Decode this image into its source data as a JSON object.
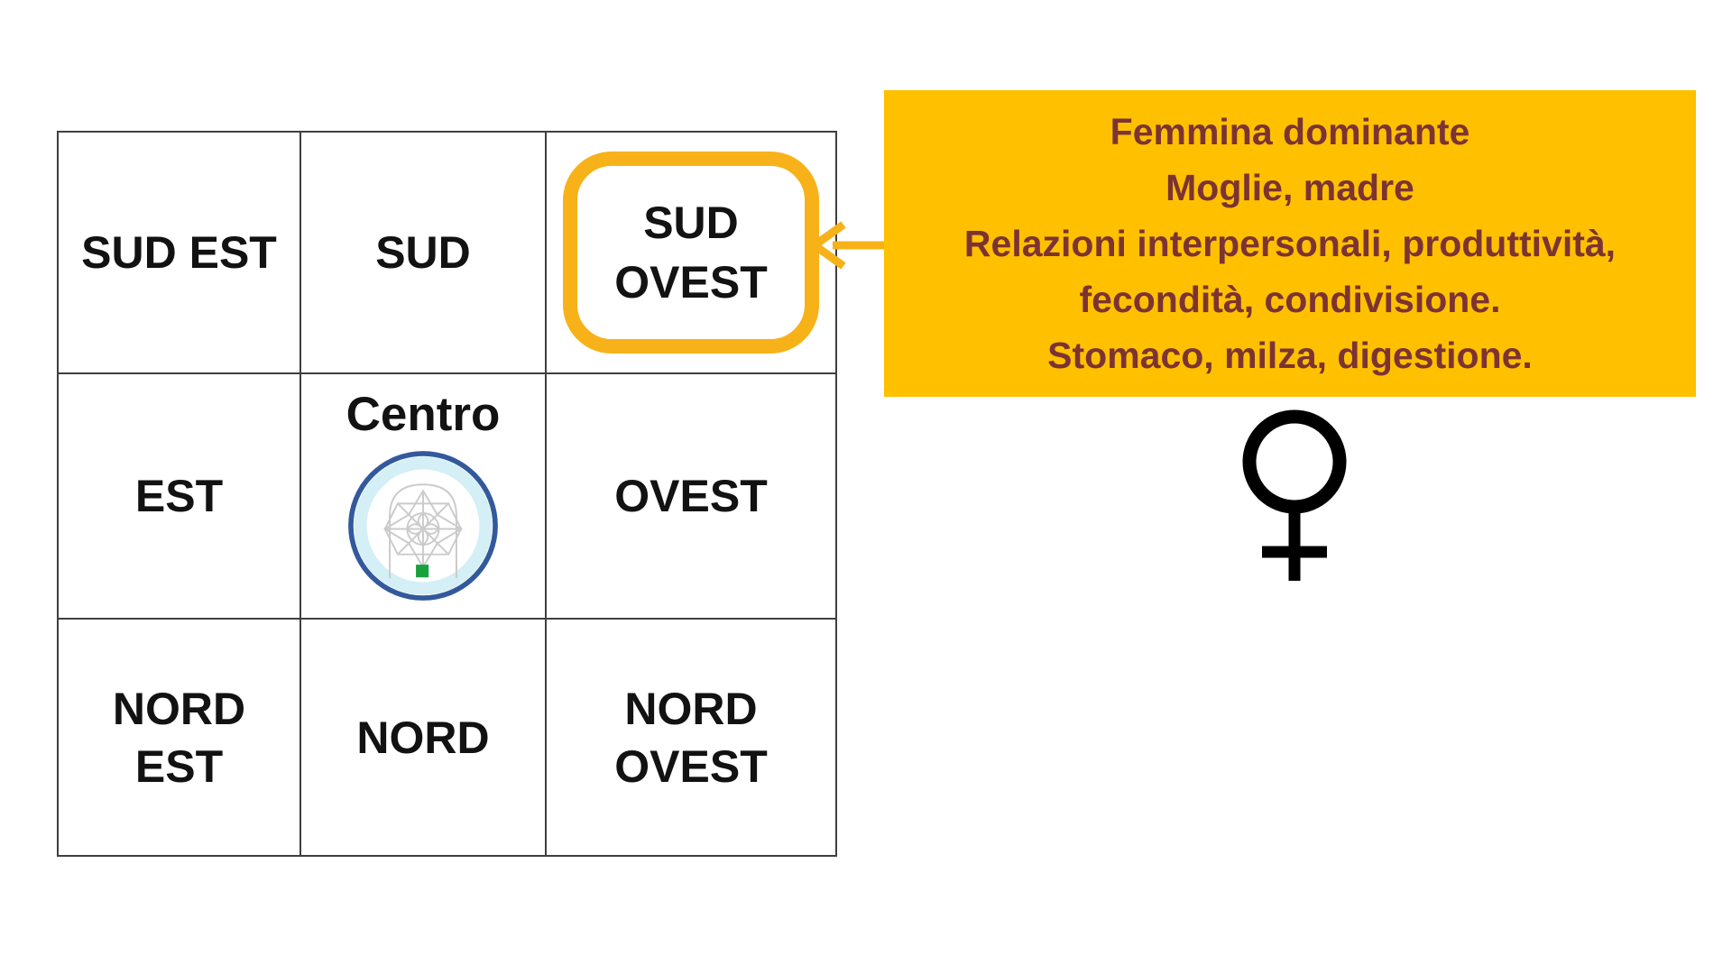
{
  "slide": {
    "background": "#FFFFFF"
  },
  "grid": {
    "line_color": "#3F3F3F",
    "text_color": "#121212",
    "cells": [
      {
        "name": "sud-est",
        "lines": [
          "SUD EST"
        ]
      },
      {
        "name": "sud",
        "lines": [
          "SUD"
        ]
      },
      {
        "name": "sud-ovest",
        "lines": [
          "SUD",
          "OVEST"
        ],
        "highlighted": true
      },
      {
        "name": "est",
        "lines": [
          "EST"
        ]
      },
      {
        "name": "centro",
        "lines": [
          "Centro"
        ],
        "has_logo": true
      },
      {
        "name": "ovest",
        "lines": [
          "OVEST"
        ]
      },
      {
        "name": "nord-est",
        "lines": [
          "NORD",
          "EST"
        ]
      },
      {
        "name": "nord",
        "lines": [
          "NORD"
        ]
      },
      {
        "name": "nord-ovest",
        "lines": [
          "NORD",
          "OVEST"
        ]
      }
    ]
  },
  "highlight": {
    "color": "#F7B219"
  },
  "arrow": {
    "color": "#F7B219"
  },
  "callout": {
    "background": "#FFC000",
    "text_color": "#7B3333",
    "lines": [
      "Femmina dominante",
      "Moglie, madre",
      "Relazioni interpersonali, produttività,",
      "fecondità, condivisione.",
      "Stomaco, milza, digestione."
    ]
  },
  "female_symbol": {
    "color": "#000000"
  },
  "center_logo": {
    "ring_color": "#33599C",
    "band_color": "#D4EFF5",
    "pattern_color": "#CBCBCB",
    "accent_color": "#17A23C"
  }
}
